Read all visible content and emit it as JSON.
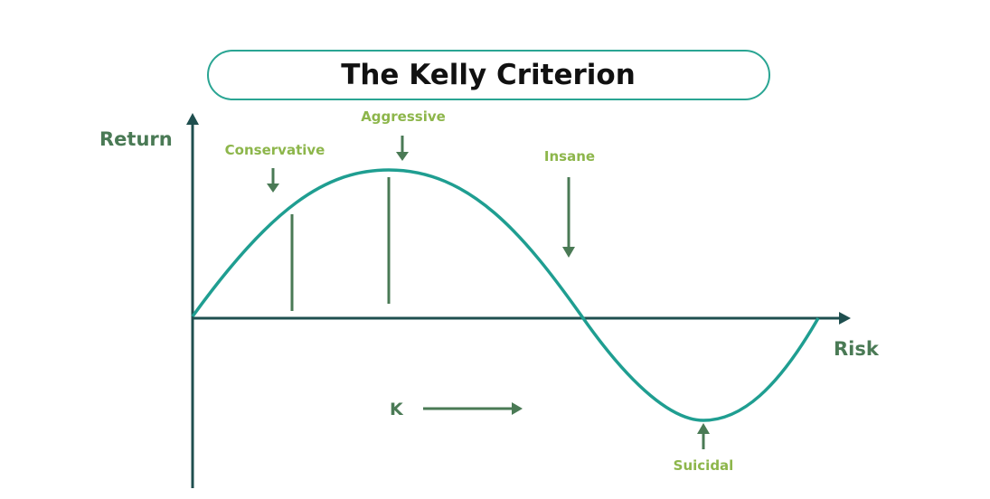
{
  "title": "The Kelly Criterion",
  "axes": {
    "y_label": "Return",
    "x_label": "Risk"
  },
  "zones": [
    {
      "label": "Conservative"
    },
    {
      "label": "Aggressive"
    },
    {
      "label": "Insane"
    },
    {
      "label": "Suicidal"
    }
  ],
  "k_label": "K",
  "colors": {
    "curve": "#1f9e91",
    "title_border": "#2aa593",
    "axis": "#1f4f4f",
    "arrow": "#4a7a55",
    "zone_label": "#8db64b",
    "axis_label": "#4a7a55",
    "title_text": "#111111"
  }
}
